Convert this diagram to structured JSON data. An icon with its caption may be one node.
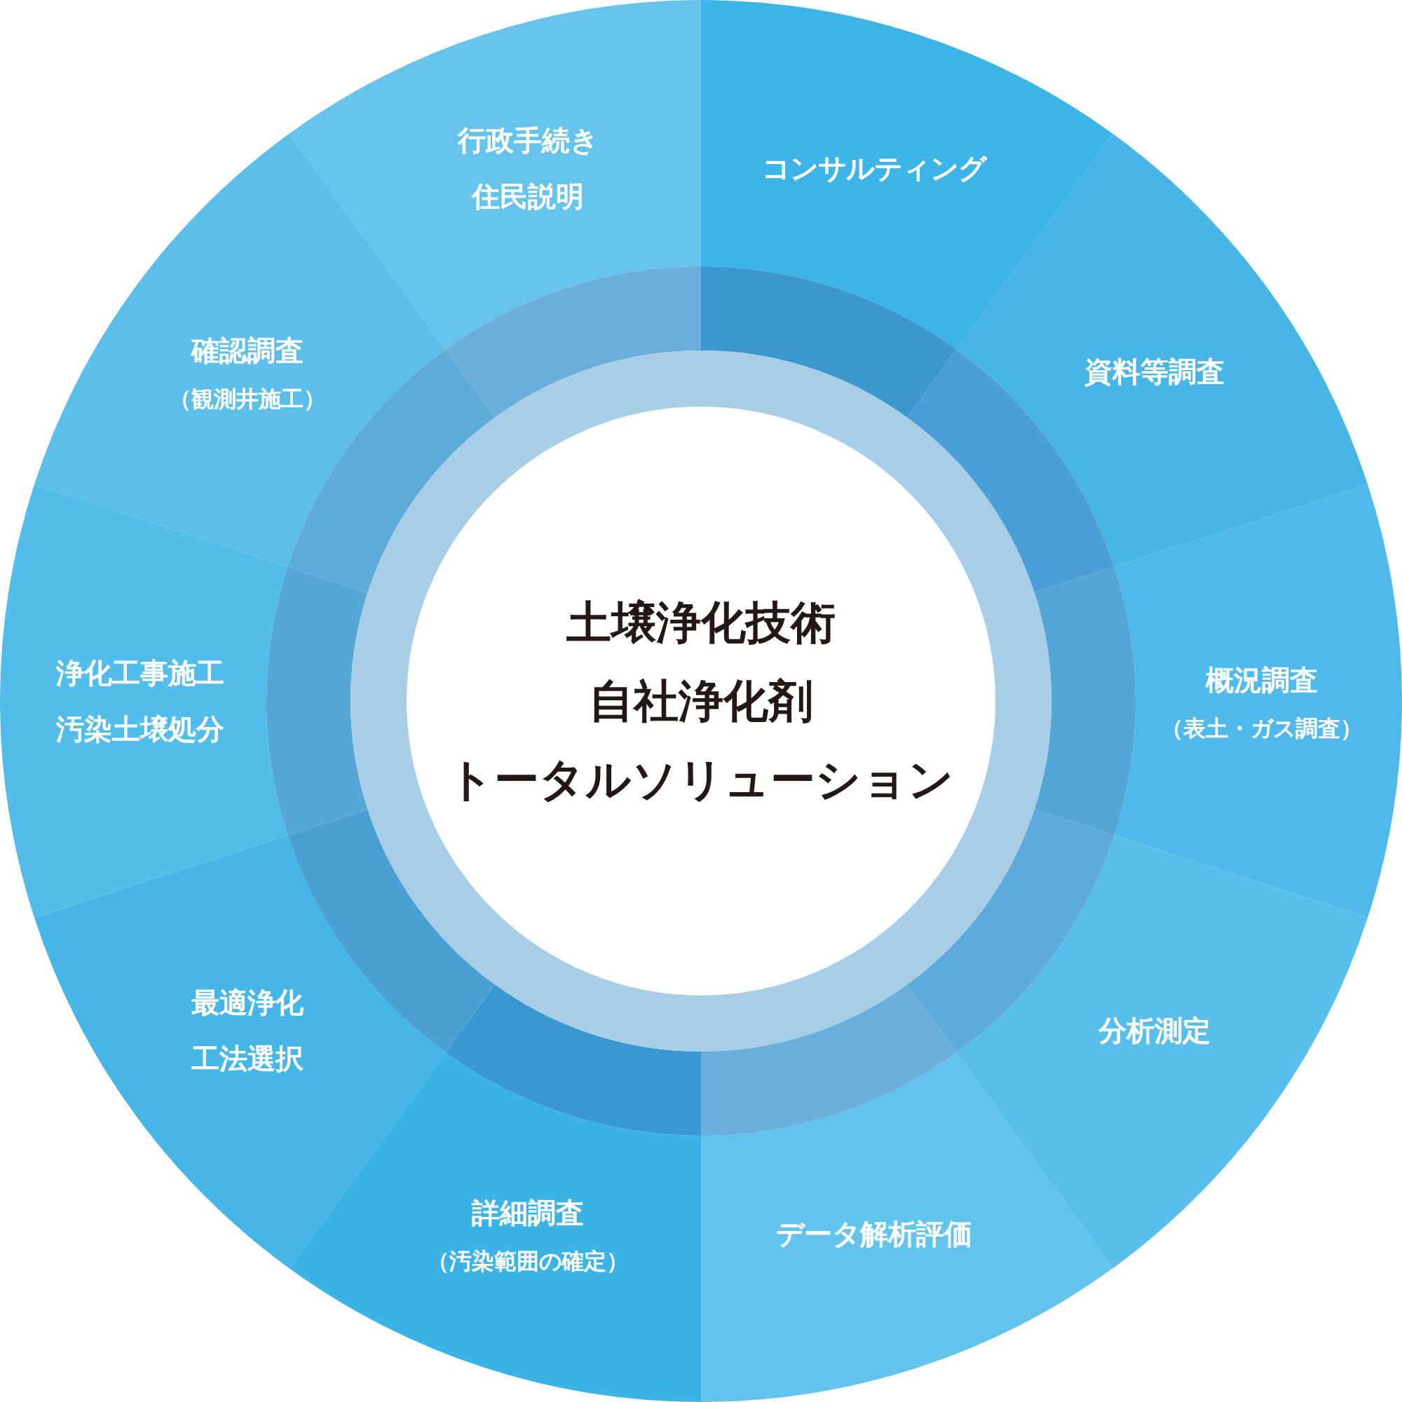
{
  "diagram": {
    "nodes": [
      {
        "text": [
          "土壌浄化技術",
          "自社浄化剤",
          "トータルソリューション"
        ]
      },
      {
        "text": [
          "コンサルティング"
        ]
      },
      {
        "text": [
          "資料等調査"
        ]
      },
      {
        "text": [
          "概況調査",
          "（表土・ガス調査）"
        ]
      },
      {
        "text": [
          "分析測定"
        ]
      },
      {
        "text": [
          "データ解析評価"
        ]
      },
      {
        "text": [
          "詳細調査",
          "（汚染範囲の確定）"
        ]
      },
      {
        "text": [
          "最適浄化",
          "工法選択"
        ]
      },
      {
        "text": [
          "浄化工事施工",
          "汚染土壌処分"
        ]
      },
      {
        "text": [
          "確認調査",
          "（観測井施工）"
        ]
      },
      {
        "text": [
          "行政手続き",
          "住民説明"
        ]
      }
    ]
  }
}
